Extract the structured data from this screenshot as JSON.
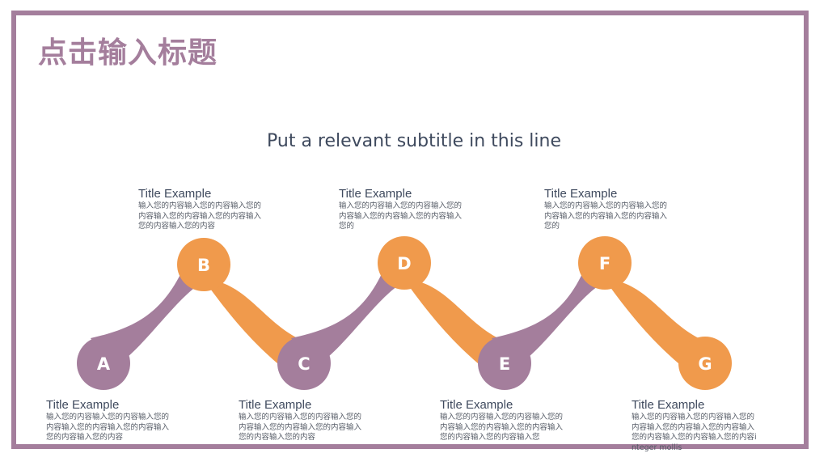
{
  "slide": {
    "title": "点击输入标题",
    "subtitle": "Put a relevant subtitle in this line"
  },
  "colors": {
    "frame": "#A47E9C",
    "purple": "#A47E9C",
    "orange": "#F09A4C",
    "text": "#3F4A5E"
  },
  "nodes": [
    {
      "letter": "A",
      "color": "purple"
    },
    {
      "letter": "B",
      "color": "orange"
    },
    {
      "letter": "C",
      "color": "purple"
    },
    {
      "letter": "D",
      "color": "orange"
    },
    {
      "letter": "E",
      "color": "purple"
    },
    {
      "letter": "F",
      "color": "orange"
    },
    {
      "letter": "G",
      "color": "orange"
    }
  ],
  "items": {
    "a": {
      "title": "Title Example",
      "body": "输入您的内容输入您的内容输入您的内容输入您的内容输入您的内容输入您的内容输入您的内容"
    },
    "b": {
      "title": "Title Example",
      "body": "输入您的内容输入您的内容输入您的内容输入您的内容输入您的内容输入您的内容输入您的内容"
    },
    "c": {
      "title": "Title Example",
      "body": "输入您的内容输入您的内容输入您的内容输入您的内容输入您的内容输入您的内容输入您的内容"
    },
    "d": {
      "title": "Title Example",
      "body": "输入您的内容输入您的内容输入您的内容输入您的内容输入您的内容输入您的"
    },
    "e": {
      "title": "Title Example",
      "body": "输入您的内容输入您的内容输入您的内容输入您的内容输入您的内容输入您的内容输入您的内容输入您"
    },
    "f": {
      "title": "Title Example",
      "body": "输入您的内容输入您的内容输入您的内容输入您的内容输入您的内容输入您的"
    },
    "g": {
      "title": "Title Example",
      "body": "输入您的内容输入您的内容输入您的内容输入您的内容输入您的内容输入您的内容输入您的内容输入您的内容integer mollis"
    }
  }
}
